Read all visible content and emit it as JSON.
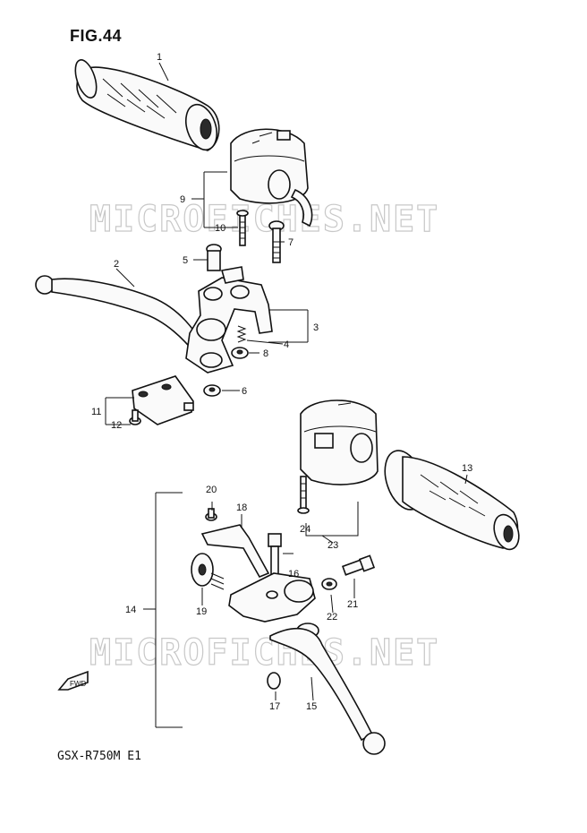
{
  "figure": {
    "title": "FIG.44",
    "model": "GSX-R750M E1"
  },
  "watermarks": [
    "MICROFICHES.NET",
    "MICROFICHES.NET"
  ],
  "fwd_label": "FWD",
  "callouts": {
    "c1": "1",
    "c2": "2",
    "c3": "3",
    "c4": "4",
    "c5": "5",
    "c6": "6",
    "c7": "7",
    "c8": "8",
    "c9": "9",
    "c10": "10",
    "c11": "11",
    "c12": "12",
    "c13": "13",
    "c14": "14",
    "c15": "15",
    "c16": "16",
    "c17": "17",
    "c18": "18",
    "c19": "19",
    "c20": "20",
    "c21": "21",
    "c22": "22",
    "c23": "23",
    "c24": "24"
  }
}
